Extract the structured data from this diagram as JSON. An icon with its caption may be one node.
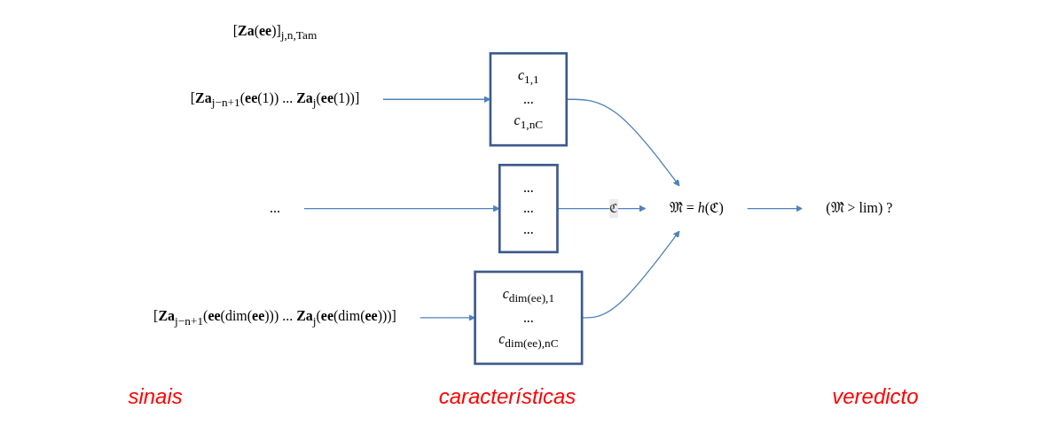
{
  "diagram": {
    "nodes": [
      {
        "text": [
          "[**Za**(**ee**)]$_{j,n,Tam}$"
        ]
      },
      {
        "text": [
          "[**Za**$_{j−n+1}$(**ee**(1)) ... **Za**$_{j}$(**ee**(1))]"
        ]
      },
      {
        "text": [
          "..."
        ]
      },
      {
        "text": [
          "[**Za**$_{j−n+1}$(**ee**(dim(**ee**))) ... **Za**$_{j}$(**ee**(dim(**ee**)))]"
        ]
      },
      {
        "text": [
          "*c*$_{1,1}$",
          "...",
          "*c*$_{1,nC}$"
        ]
      },
      {
        "text": [
          "...",
          "...",
          "..."
        ]
      },
      {
        "text": [
          "*c*$_{dim(ee),1}$",
          "...",
          "*c*$_{dim(ee),nC}$"
        ]
      },
      {
        "text": [
          "𝔐̂ = *h*(ℭ)"
        ]
      },
      {
        "text": [
          "(𝔐̂ > lim) ?"
        ]
      }
    ],
    "edges": [
      {
        "from": 1,
        "to": 4,
        "arrow": "to"
      },
      {
        "from": 2,
        "to": 5,
        "arrow": "to"
      },
      {
        "from": 3,
        "to": 6,
        "arrow": "to"
      },
      {
        "from": 4,
        "to": 7,
        "arrow": "to"
      },
      {
        "from": 5,
        "to": 7,
        "label": "ℭ",
        "arrow": "to"
      },
      {
        "from": 6,
        "to": 7,
        "arrow": "to"
      },
      {
        "from": 7,
        "to": 8,
        "arrow": "to"
      }
    ],
    "labels": [
      "sinais",
      "características",
      "veredicto"
    ]
  }
}
